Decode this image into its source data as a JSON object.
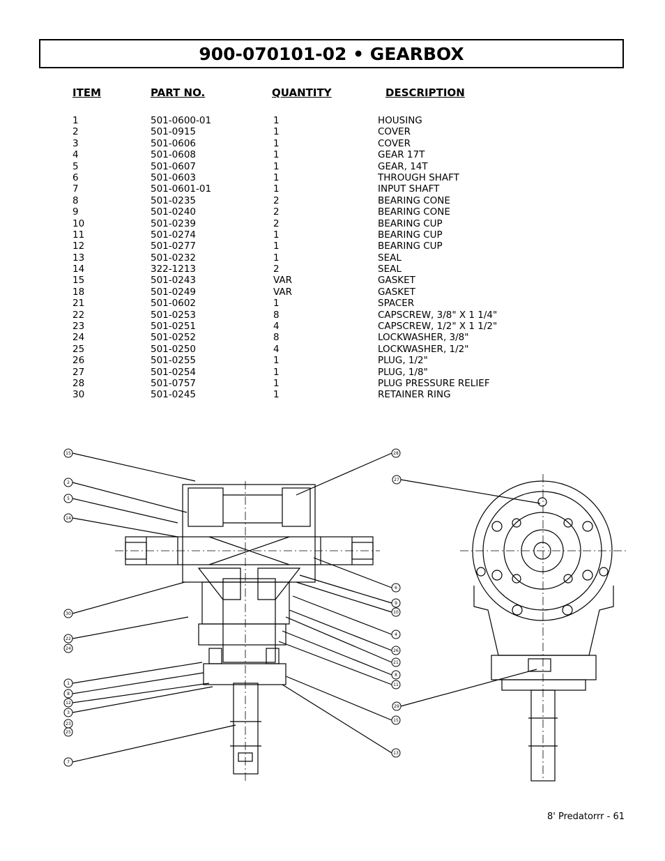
{
  "title": "900-070101-02 • GEARBOX",
  "headers": {
    "item": "ITEM",
    "part_no": "PART NO.",
    "quantity": "QUANTITY",
    "description": "DESCRIPTION"
  },
  "parts": [
    {
      "item": "1",
      "part_no": "501-0600-01",
      "qty": "1",
      "desc": "HOUSING"
    },
    {
      "item": "2",
      "part_no": "501-0915",
      "qty": "1",
      "desc": "COVER"
    },
    {
      "item": "3",
      "part_no": "501-0606",
      "qty": "1",
      "desc": "COVER"
    },
    {
      "item": "4",
      "part_no": "501-0608",
      "qty": "1",
      "desc": "GEAR 17T"
    },
    {
      "item": "5",
      "part_no": "501-0607",
      "qty": "1",
      "desc": "GEAR, 14T"
    },
    {
      "item": "6",
      "part_no": "501-0603",
      "qty": "1",
      "desc": "THROUGH SHAFT"
    },
    {
      "item": "7",
      "part_no": "501-0601-01",
      "qty": "1",
      "desc": "INPUT SHAFT"
    },
    {
      "item": "8",
      "part_no": "501-0235",
      "qty": "2",
      "desc": "BEARING CONE"
    },
    {
      "item": "9",
      "part_no": "501-0240",
      "qty": "2",
      "desc": "BEARING CONE"
    },
    {
      "item": "10",
      "part_no": "501-0239",
      "qty": "2",
      "desc": "BEARING CUP"
    },
    {
      "item": "11",
      "part_no": "501-0274",
      "qty": "1",
      "desc": "BEARING CUP"
    },
    {
      "item": "12",
      "part_no": "501-0277",
      "qty": "1",
      "desc": "BEARING CUP"
    },
    {
      "item": "13",
      "part_no": "501-0232",
      "qty": "1",
      "desc": "SEAL"
    },
    {
      "item": "14",
      "part_no": "322-1213",
      "qty": "2",
      "desc": "SEAL"
    },
    {
      "item": "15",
      "part_no": "501-0243",
      "qty": "VAR",
      "desc": "GASKET"
    },
    {
      "item": "18",
      "part_no": "501-0249",
      "qty": "VAR",
      "desc": "GASKET"
    },
    {
      "item": "21",
      "part_no": "501-0602",
      "qty": "1",
      "desc": "SPACER"
    },
    {
      "item": "22",
      "part_no": "501-0253",
      "qty": "8",
      "desc": "CAPSCREW, 3/8\" X 1 1/4\""
    },
    {
      "item": "23",
      "part_no": "501-0251",
      "qty": "4",
      "desc": "CAPSCREW, 1/2\" X 1 1/2\""
    },
    {
      "item": "24",
      "part_no": "501-0252",
      "qty": "8",
      "desc": "LOCKWASHER, 3/8\""
    },
    {
      "item": "25",
      "part_no": "501-0250",
      "qty": "4",
      "desc": "LOCKWASHER, 1/2\""
    },
    {
      "item": "26",
      "part_no": "501-0255",
      "qty": "1",
      "desc": "PLUG, 1/2\""
    },
    {
      "item": "27",
      "part_no": "501-0254",
      "qty": "1",
      "desc": "PLUG, 1/8\""
    },
    {
      "item": "28",
      "part_no": "501-0757",
      "qty": "1",
      "desc": "PLUG PRESSURE RELIEF"
    },
    {
      "item": "30",
      "part_no": "501-0245",
      "qty": "1",
      "desc": "RETAINER RING"
    }
  ],
  "callouts_left": [
    "15",
    "2",
    "5",
    "14",
    "30",
    "22",
    "24",
    "1",
    "8",
    "12",
    "3",
    "23",
    "25",
    "7"
  ],
  "callouts_mid": [
    "28",
    "6",
    "9",
    "10",
    "4",
    "26",
    "21",
    "8",
    "11",
    "15",
    "13"
  ],
  "callouts_right": [
    "27",
    "29"
  ],
  "footer": "8' Predatorrr - 61"
}
